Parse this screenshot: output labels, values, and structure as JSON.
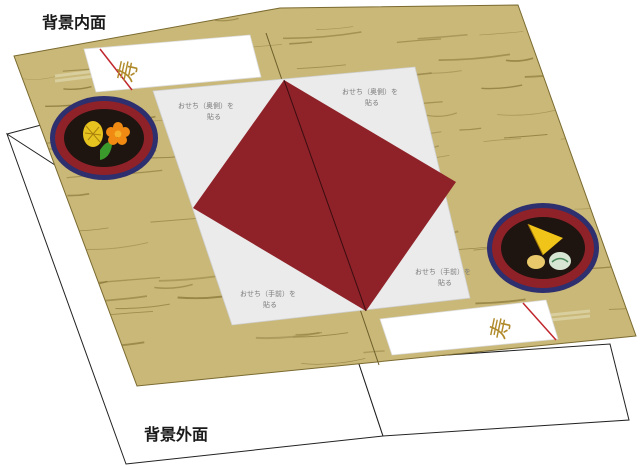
{
  "labels": {
    "inner": "背景内面",
    "outer": "背景外面"
  },
  "notes": {
    "top_left": [
      "おせち（奥側）を",
      "貼る"
    ],
    "top_right": [
      "おせち（奥側）を",
      "貼る"
    ],
    "bottom_left": [
      "おせち（手前）を",
      "貼る"
    ],
    "bottom_right": [
      "おせち（手前）を",
      "貼る"
    ]
  },
  "chopstick_sleeve": {
    "character": "寿"
  },
  "icons": {
    "left_dish": "plate-with-pineapple-and-flower-icon",
    "right_dish": "plate-with-fan-and-dumpling-icon"
  },
  "colors": {
    "wood": "#c9b878",
    "wood_grain": "#8c7a3c",
    "diamond": "#8e2228",
    "sheet": "#ececec",
    "plate_rim": "#2e2f6e",
    "plate_ring": "#8e2228",
    "plate_center": "#1e1410",
    "gold": "#b08a2a"
  }
}
